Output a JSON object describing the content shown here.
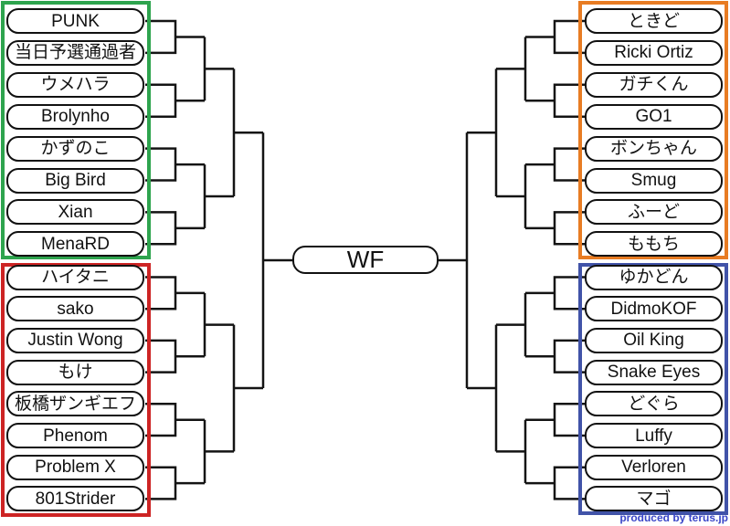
{
  "bracket": {
    "final": {
      "label": "WF"
    },
    "credit": {
      "text": "produced by terus.jp",
      "color": "#3a46c8"
    },
    "groups": [
      {
        "name": "winners-left-top",
        "border_color": "#2ea44e",
        "players": [
          "PUNK",
          "当日予選通過者",
          "ウメハラ",
          "Brolynho",
          "かずのこ",
          "Big Bird",
          "Xian",
          "MenaRD"
        ]
      },
      {
        "name": "winners-left-bottom",
        "border_color": "#cd2424",
        "players": [
          "ハイタニ",
          "sako",
          "Justin Wong",
          "もけ",
          "板橋ザンギエフ",
          "Phenom",
          "Problem X",
          "801Strider"
        ]
      },
      {
        "name": "winners-right-top",
        "border_color": "#e87c23",
        "players": [
          "ときど",
          "Ricki Ortiz",
          "ガチくん",
          "GO1",
          "ボンちゃん",
          "Smug",
          "ふーど",
          "ももち"
        ]
      },
      {
        "name": "winners-right-bottom",
        "border_color": "#4153a8",
        "players": [
          "ゆかどん",
          "DidmoKOF",
          "Oil King",
          "Snake Eyes",
          "どぐら",
          "Luffy",
          "Verloren",
          "マゴ"
        ]
      }
    ]
  }
}
